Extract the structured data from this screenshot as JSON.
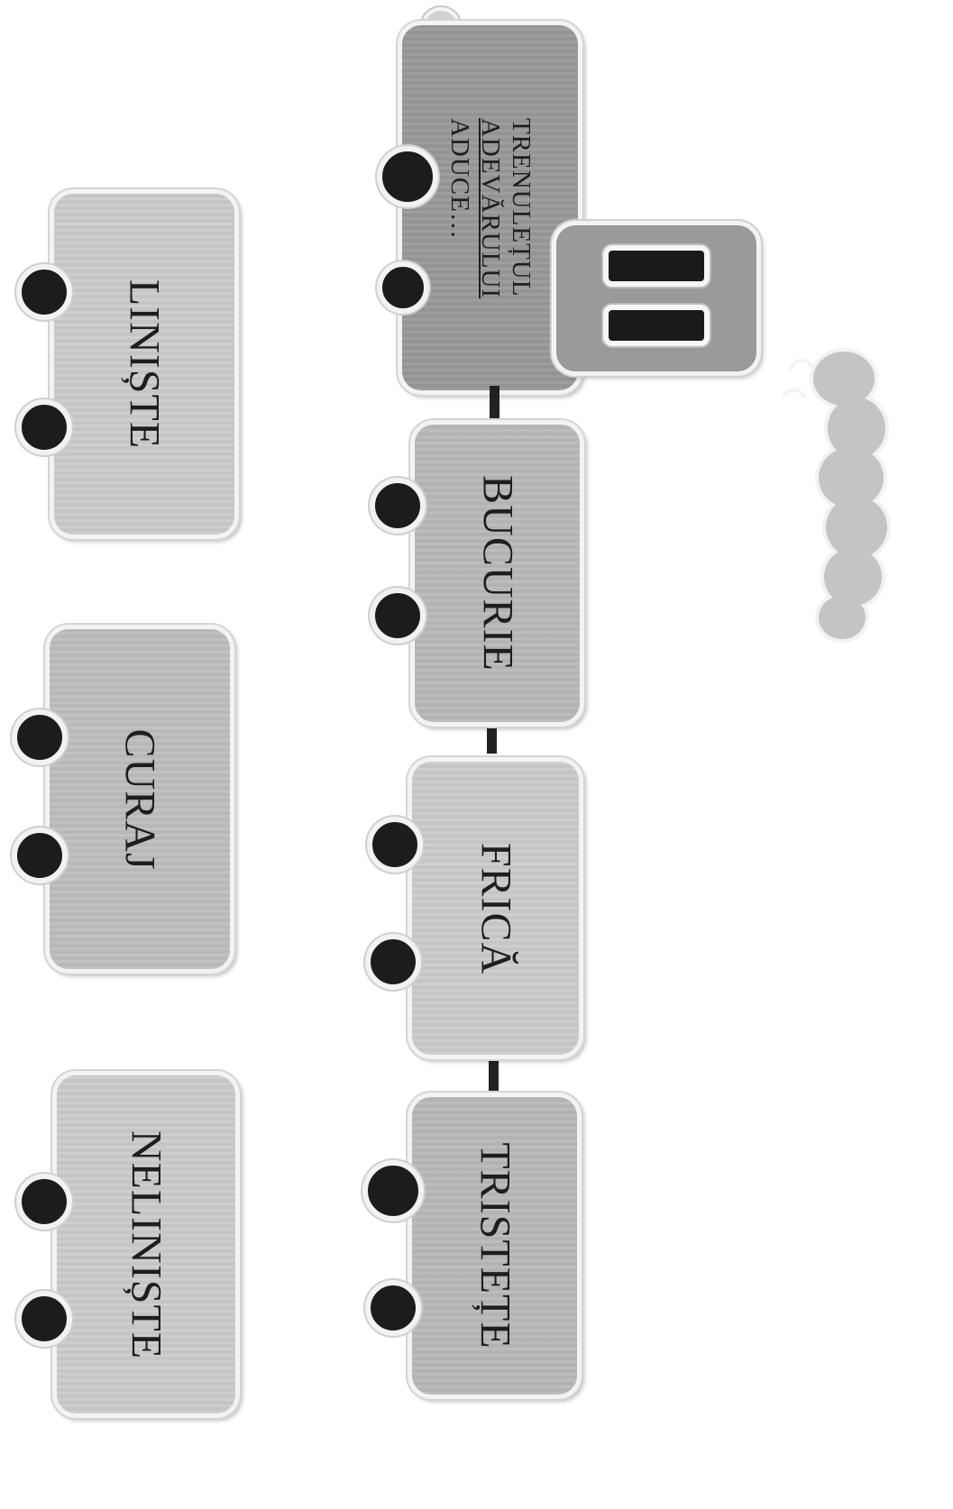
{
  "train": {
    "locomotive": {
      "line1": "TRENULEȚUL",
      "line2_underlined": "ADEVĂRULUI",
      "line2_rest": " ADUCE…"
    },
    "cars": [
      "BUCURIE",
      "FRICĂ",
      "TRISTEȚE"
    ]
  },
  "loose_cars": [
    "LINIȘTE",
    "CURAJ",
    "NELINIȘTE"
  ]
}
